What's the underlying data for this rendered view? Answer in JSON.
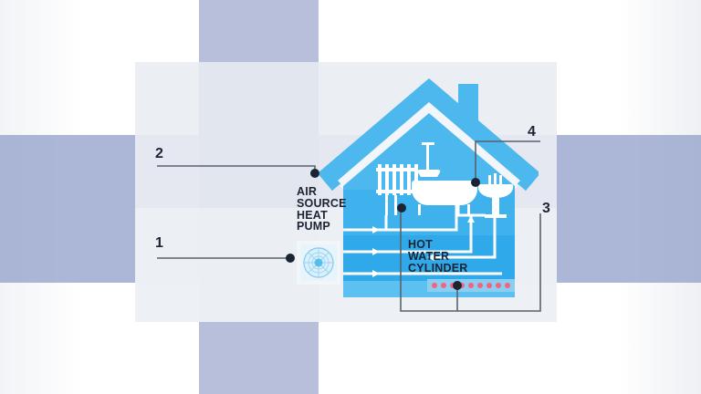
{
  "meta": {
    "title": "Air Source Heat Pump House Diagram",
    "type": "infographic-diagram"
  },
  "colors": {
    "house_blue": "#4cb8ee",
    "house_blue_mid": "#3fb1ec",
    "house_blue_dark": "#2aa5e8",
    "pipe_white": "#ffffff",
    "underfloor_band": "#8ccdf2",
    "underfloor_dot": "#f2647d",
    "label_dark": "#1c2433",
    "callout_line": "#5a616e",
    "callout_dot": "#1c2433",
    "bg_panel": "#e9edf2",
    "bg_band": "#9aa6cd",
    "heatpump_fan": "#7fc8ef",
    "heatpump_card": "#f3f6f9"
  },
  "diagram": {
    "labels": [
      {
        "id": "air-source-heat-pump",
        "lines": [
          "AIR",
          "SOURCE",
          "HEAT",
          "PUMP"
        ]
      },
      {
        "id": "hot-water-cylinder",
        "lines": [
          "HOT",
          "WATER",
          "CYLINDER"
        ]
      }
    ],
    "callouts": [
      {
        "id": "callout-1",
        "number": "1",
        "target": "air-source-heat-pump-unit"
      },
      {
        "id": "callout-2",
        "number": "2",
        "target": "air-source-heat-pump-label"
      },
      {
        "id": "callout-3",
        "number": "3",
        "target": "underfloor-heating"
      },
      {
        "id": "callout-4",
        "number": "4",
        "target": "bathroom-fixtures"
      }
    ],
    "components": {
      "house": "house-outline",
      "chimney": "chimney",
      "radiator": "radiator",
      "bathtub": "bathtub-with-shower",
      "sink": "pedestal-sink",
      "heat_pump": "air-source-heat-pump-fan-unit",
      "underfloor_dots_count": 10,
      "pipe_arrows_count": 6
    }
  }
}
